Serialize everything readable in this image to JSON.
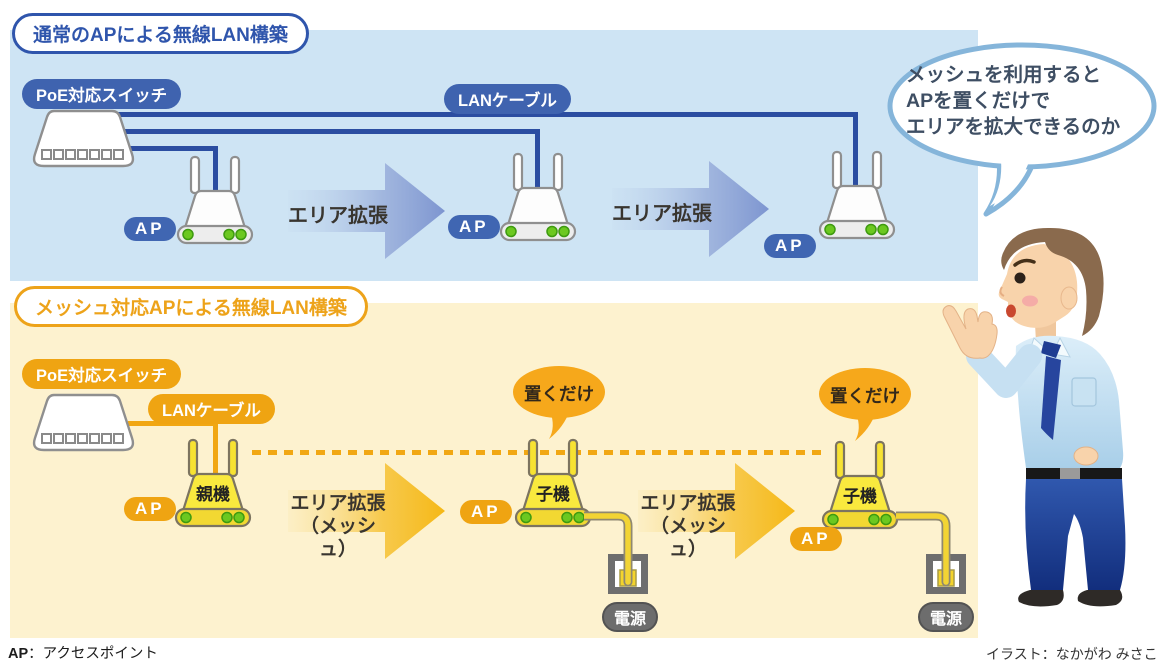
{
  "top_section": {
    "title": "通常のAPによる無線LAN構築",
    "poe_switch_label": "PoE対応スイッチ",
    "lan_cable_label": "LANケーブル",
    "ap_badge": "AP",
    "arrow_label": "エリア拡張"
  },
  "speech_bubble": {
    "line1": "メッシュを利用すると",
    "line2": "APを置くだけで",
    "line3": "エリアを拡大できるのか"
  },
  "mesh_section": {
    "title": "メッシュ対応APによる無線LAN構築",
    "poe_switch_label": "PoE対応スイッチ",
    "lan_cable_label": "LANケーブル",
    "ap_badge": "AP",
    "parent_router_label": "親機",
    "child_router_label": "子機",
    "just_place_label": "置くだけ",
    "arrow_label_line1": "エリア拡張",
    "arrow_label_line2": "（メッシュ）",
    "power_label": "電源"
  },
  "footer": {
    "ap_abbreviation": "AP",
    "ap_note_rest": "：アクセスポイント",
    "illustrator_credit": "イラスト：なかがわ みさこ"
  },
  "colors": {
    "normal_section_bg": "#cee4f4",
    "normal_accent_blue": "#3f63af",
    "cable_blue": "#2b4da1",
    "arrow_blue": "#7d95d0",
    "mesh_section_bg": "#fdf2cf",
    "mesh_accent_orange": "#efa412",
    "arrow_orange": "#f5b816",
    "router_yellow": "#f9e93e",
    "led_green": "#6cc820",
    "power_gray": "#6d6d6d"
  }
}
